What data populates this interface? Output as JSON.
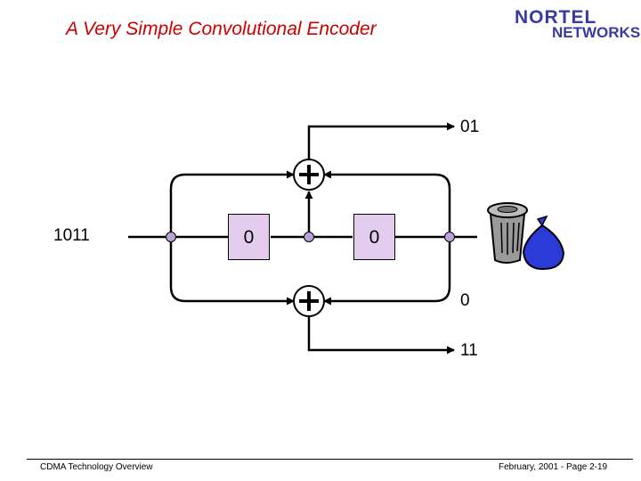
{
  "title": "A Very Simple Convolutional Encoder",
  "logo": {
    "line1": "NORTEL",
    "line2": "NETWORKS",
    "color": "#3a3aa0"
  },
  "title_color": "#cc0000",
  "register_color": "#e3ccee",
  "tap_dot_color": "#b9a2d8",
  "bag_color": "#2b3bd8",
  "labels": {
    "input": "1011",
    "reg1": "0",
    "reg2": "0",
    "out_top": "01",
    "out_bottom_bit": "0",
    "out_bottom": "11"
  },
  "footer": {
    "left": "CDMA Technology Overview",
    "right": "February, 2001 - Page 2-19"
  }
}
